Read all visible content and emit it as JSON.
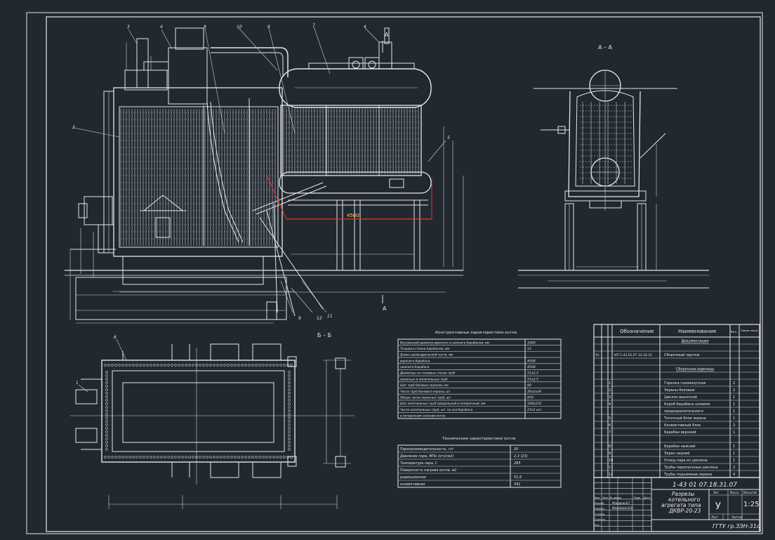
{
  "colors": {
    "background": "#212830",
    "lines": "#e6e6e6",
    "highlight": "#ff2a2a",
    "dimension_text": "#ffd24a"
  },
  "views": {
    "section_a_label": "A – A",
    "section_b_label": "Б – Б",
    "section_marker": "A",
    "marker_1": "1",
    "marker_2": "2",
    "marker_3": "3",
    "marker_4": "4",
    "marker_5": "5",
    "marker_6": "6",
    "marker_7": "7",
    "marker_9": "9",
    "marker_10": "10",
    "marker_11": "11",
    "marker_12": "12",
    "highlight_dimension": "4500"
  },
  "spec_table": {
    "title": "Конструктивные характеристики котла",
    "rows": [
      {
        "label": "Внутренний диаметр верхнего и нижнего барабанов, мм",
        "value": "1000"
      },
      {
        "label": "Толщина стенки барабанов, мм",
        "value": "13"
      },
      {
        "label": "Длина цилиндрической части, мм",
        "value": ""
      },
      {
        "label": "верхнего барабана",
        "value": "4500"
      },
      {
        "label": "нижнего барабана",
        "value": "4500"
      },
      {
        "label": "Диаметры на толщина стенок труб",
        "value": "51х2,5"
      },
      {
        "label": "экранных и кипятильных труб",
        "value": "51х2,5"
      },
      {
        "label": "Шаг труб боковых экранов, мм",
        "value": "80"
      },
      {
        "label": "Число труб бокового экрана, шт",
        "value": "26х2х36"
      },
      {
        "label": "Общее число экранных труб, шт",
        "value": "870"
      },
      {
        "label": "Шаг кипятильных труб продольный и поперечный, мм",
        "value": "100х110"
      },
      {
        "label": "Число кипятильных труб, шт. по оси барабана",
        "value": "27х1 шт."
      },
      {
        "label": "в поперечном сечении котла",
        "value": ""
      }
    ]
  },
  "tech_table": {
    "title": "Технические характеристики котла",
    "rows": [
      {
        "label": "Паропроизводительность, т/ч",
        "value": "20"
      },
      {
        "label": "Давление пара, МПа (кгс/см2)",
        "value": "2,3 (23)"
      },
      {
        "label": "Температура пара, С",
        "value": "285"
      },
      {
        "label": "Поверхность нагрева котла, м2",
        "value": ""
      },
      {
        "label": "радиационная",
        "value": "51,6"
      },
      {
        "label": "конвективная",
        "value": "341"
      }
    ]
  },
  "parts_list": {
    "header_designation": "Обозначение",
    "header_name": "Наименование",
    "header_qty": "Кол.",
    "header_note": "Приме-чание",
    "rows": [
      {
        "fmt": "",
        "pos": "",
        "designation": "",
        "name": "Документация",
        "qty": "",
        "heading": true
      },
      {
        "fmt": "",
        "pos": "",
        "designation": "",
        "name": "",
        "qty": "",
        "heading": false
      },
      {
        "fmt": "A1",
        "pos": "",
        "designation": "КП 1-43.01.07 14.32.31",
        "name": "Сборочный чертеж",
        "qty": "",
        "heading": false
      },
      {
        "fmt": "",
        "pos": "",
        "designation": "",
        "name": "",
        "qty": "",
        "heading": false
      },
      {
        "fmt": "",
        "pos": "",
        "designation": "",
        "name": "Сборочные единицы",
        "qty": "",
        "heading": true
      },
      {
        "fmt": "",
        "pos": "",
        "designation": "",
        "name": "",
        "qty": "",
        "heading": false
      },
      {
        "fmt": "",
        "pos": "1",
        "designation": "",
        "name": "Горелка газомазутная",
        "qty": "2",
        "heading": false
      },
      {
        "fmt": "",
        "pos": "2",
        "designation": "",
        "name": "Экраны боковые",
        "qty": "2",
        "heading": false
      },
      {
        "fmt": "",
        "pos": "3",
        "designation": "",
        "name": "Циклон выносной",
        "qty": "1",
        "heading": false
      },
      {
        "fmt": "",
        "pos": "4",
        "designation": "",
        "name": "Короб барабана шламом",
        "qty": "1",
        "heading": false
      },
      {
        "fmt": "",
        "pos": "",
        "designation": "",
        "name": "предохранительного",
        "qty": "1",
        "heading": false
      },
      {
        "fmt": "",
        "pos": "5",
        "designation": "",
        "name": "Топочный блок экрана",
        "qty": "1",
        "heading": false
      },
      {
        "fmt": "",
        "pos": "6",
        "designation": "",
        "name": "Конвективный блок",
        "qty": "2",
        "heading": false
      },
      {
        "fmt": "",
        "pos": "7",
        "designation": "",
        "name": "Барабан верхний",
        "qty": "1",
        "heading": false
      },
      {
        "fmt": "",
        "pos": "",
        "designation": "",
        "name": "",
        "qty": "",
        "heading": false
      },
      {
        "fmt": "",
        "pos": "8",
        "designation": "",
        "name": "Барабан нижний",
        "qty": "1",
        "heading": false
      },
      {
        "fmt": "",
        "pos": "9",
        "designation": "",
        "name": "Экран задний",
        "qty": "1",
        "heading": false
      },
      {
        "fmt": "",
        "pos": "10",
        "designation": "",
        "name": "Отвод пара из циклона",
        "qty": "1",
        "heading": false
      },
      {
        "fmt": "",
        "pos": "11",
        "designation": "",
        "name": "Трубы перепускные циклона",
        "qty": "2",
        "heading": false
      },
      {
        "fmt": "",
        "pos": "12",
        "designation": "",
        "name": "Трубы подъемные экрана",
        "qty": "4",
        "heading": false
      }
    ]
  },
  "title_block": {
    "code": "1-43 01 07.18.31.07",
    "title_line1": "Разрезы",
    "title_line2": "котельного",
    "title_line3": "агрегата типа",
    "title_line4": "ДКВР-20-23",
    "lit_label": "Лит.",
    "mass_label": "Масса",
    "scale_label": "Масштаб",
    "scale_value": "1:25",
    "sheet_label": "Лист",
    "sheets_label": "Листов",
    "organization": "ГГТУ гр.ЗЭН-31с",
    "left_labels": [
      "Изм.",
      "Лист",
      "№ докум.",
      "Подп.",
      "Дата",
      "Разраб.",
      "Провер.",
      "Т.контр.",
      "Н.контр.",
      "Утв."
    ],
    "developer": "Макаров В.Г.",
    "checker": "Михайлов В.В."
  }
}
